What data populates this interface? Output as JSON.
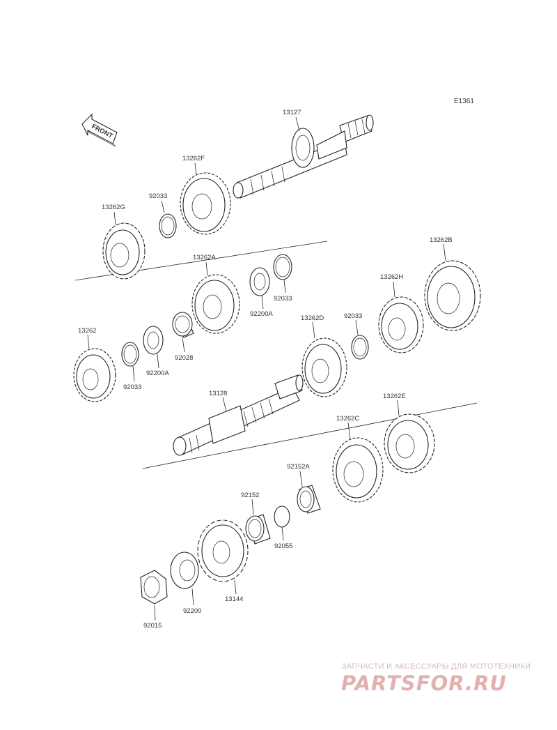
{
  "diagram_code": "E1361",
  "front_label": "FRONT",
  "parts": {
    "p13127": "13127",
    "p13262F": "13262F",
    "p92033a": "92033",
    "p13262G": "13262G",
    "p13262A": "13262A",
    "p92200A_top": "92200A",
    "p92033b": "92033",
    "p13262B": "13262B",
    "p13262H": "13262H",
    "p92033c": "92033",
    "p13262D": "13262D",
    "p13262": "13262",
    "p92033d": "92033",
    "p92200A_mid": "92200A",
    "p92028": "92028",
    "p13128": "13128",
    "p13262E": "13262E",
    "p13262C": "13262C",
    "p92152A": "92152A",
    "p92152": "92152",
    "p92055": "92055",
    "p13144": "13144",
    "p92200": "92200",
    "p92015": "92015"
  },
  "watermark": {
    "tagline": "ЗАПЧАСТИ И АКСЕССУАРЫ ДЛЯ МОТОТЕХНИКИ",
    "brand": "PARTSFOR.RU"
  }
}
